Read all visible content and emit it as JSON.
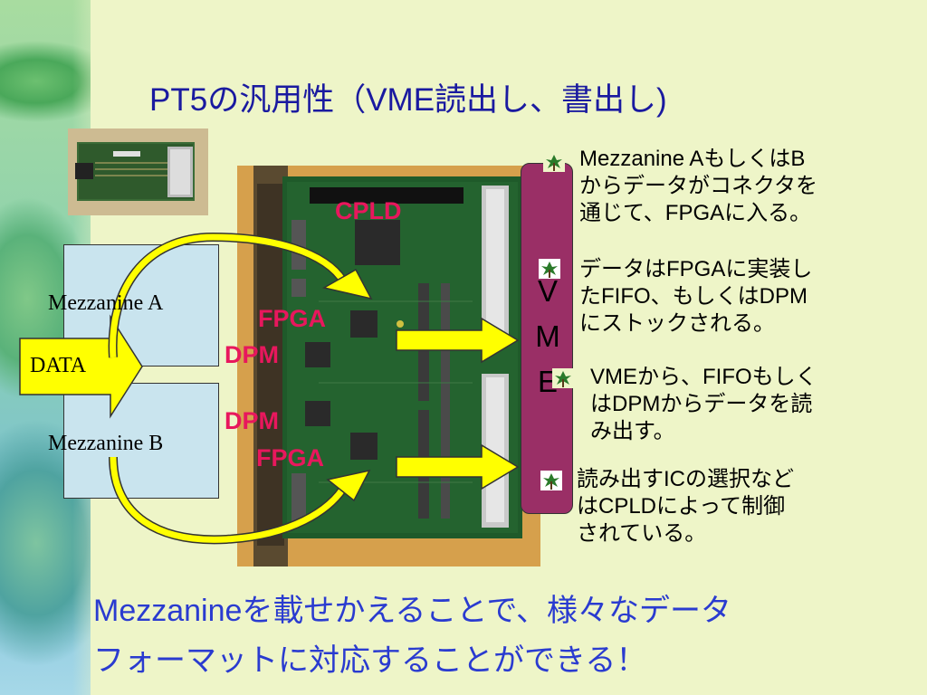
{
  "title": "PT5の汎用性（VME読出し、書出し)",
  "labels": {
    "mezzanine_a": "Mezzanine A",
    "mezzanine_b": "Mezzanine B",
    "data": "DATA",
    "cpld": "CPLD",
    "fpga_top": "FPGA",
    "dpm_top": "DPM",
    "dpm_bottom": "DPM",
    "fpga_bottom": "FPGA",
    "vme": [
      "V",
      "M",
      "E"
    ]
  },
  "bullets": [
    [
      "Mezzanine AもしくはB",
      "からデータがコネクタを",
      "通じて、FPGAに入る。"
    ],
    [
      "データはFPGAに実装し",
      "たFIFO、もしくはDPM",
      "にストックされる。"
    ],
    [
      "VMEから、FIFOもしく",
      "はDPMからデータを読",
      "み出す。"
    ],
    [
      "読み出すICの選択など",
      "はCPLDによって制御",
      "されている。"
    ]
  ],
  "bottom": [
    "Mezzanineを載せかえることで、様々なデータ",
    "フォーマットに対応することができる！"
  ],
  "icons": [
    "leaf-bullet-icon"
  ],
  "colors": {
    "title": "#1a1aa0",
    "chip_label": "#e8175d",
    "vme_bar": "#9a2f66",
    "arrow": "#ffff00",
    "bottom_text": "#2a3bd0"
  }
}
